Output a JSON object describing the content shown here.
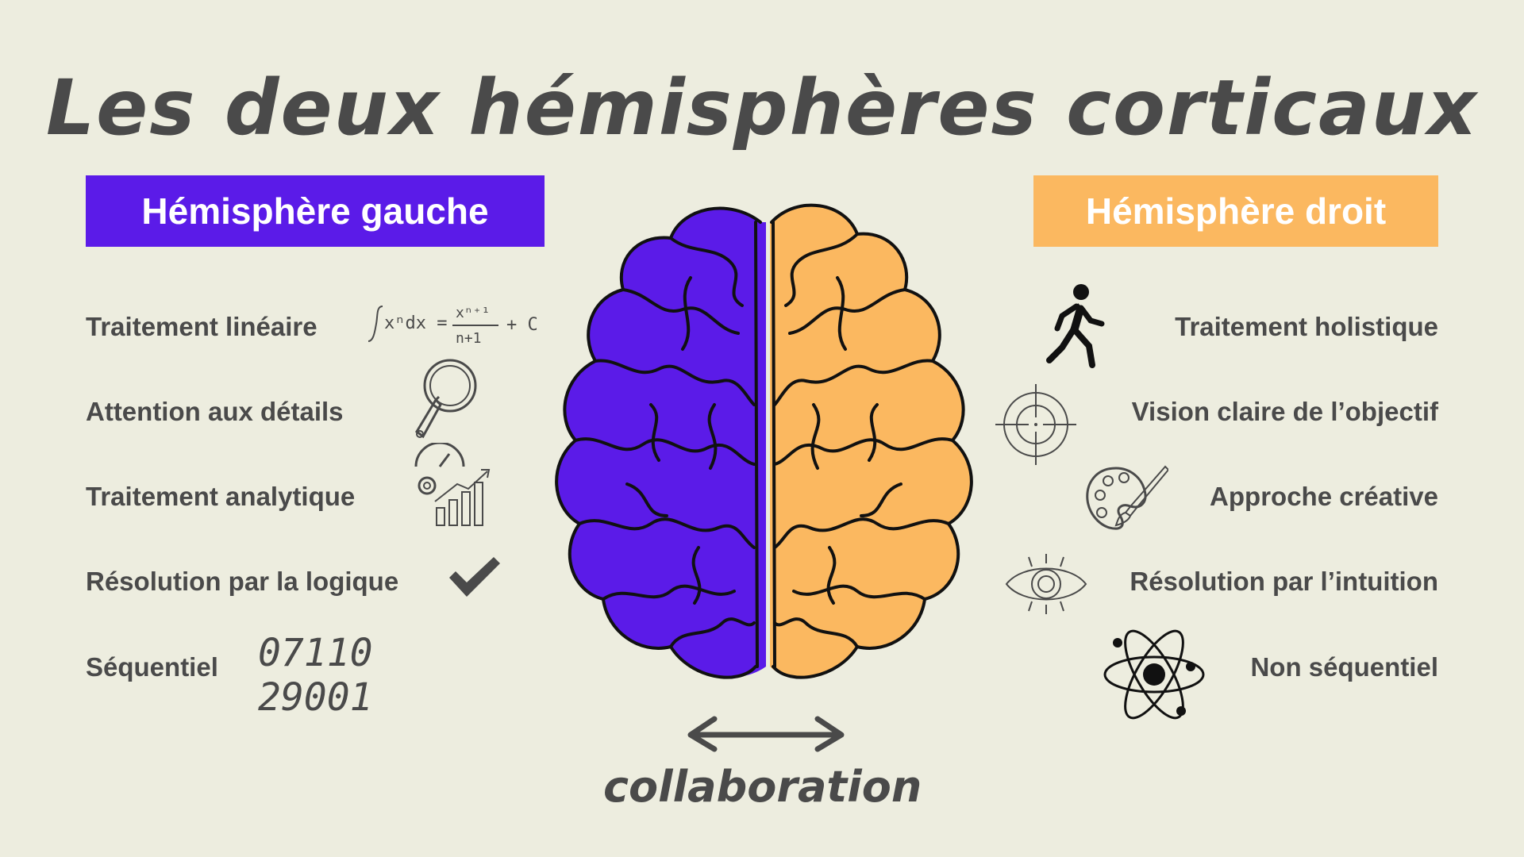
{
  "title": "Les deux hémisphères corticaux",
  "left": {
    "header": "Hémisphère gauche",
    "color": "#5b1be8",
    "items": [
      {
        "label": "Traitement linéaire",
        "icon": "integral-formula-icon"
      },
      {
        "label": "Attention aux détails",
        "icon": "magnifier-icon"
      },
      {
        "label": "Traitement analytique",
        "icon": "analytics-chart-icon"
      },
      {
        "label": "Résolution par la logique",
        "icon": "checkmark-icon"
      },
      {
        "label": "Séquentiel",
        "icon": "binary-digits-icon"
      }
    ],
    "formula": "∫xⁿdx = xⁿ⁺¹/(n+1) + C",
    "digits_line1": "07110",
    "digits_line2": "29001"
  },
  "right": {
    "header": "Hémisphère droit",
    "color": "#fbb860",
    "items": [
      {
        "label": "Traitement holistique",
        "icon": "walking-person-icon"
      },
      {
        "label": "Vision claire de l’objectif",
        "icon": "crosshair-target-icon"
      },
      {
        "label": "Approche créative",
        "icon": "paint-palette-icon"
      },
      {
        "label": "Résolution par l’intuition",
        "icon": "eye-icon"
      },
      {
        "label": "Non séquentiel",
        "icon": "atom-icon"
      }
    ]
  },
  "collaboration": "collaboration"
}
